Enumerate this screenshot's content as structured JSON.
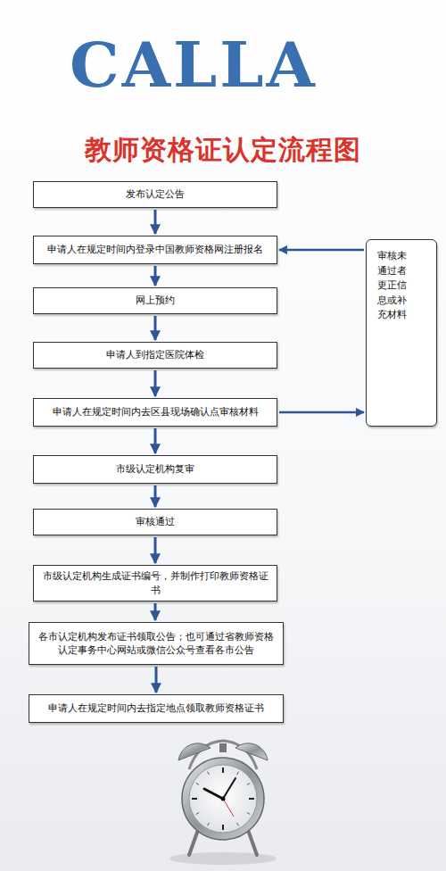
{
  "diagram": {
    "title": "教师资格证认定流程图",
    "nodes": [
      {
        "text": [
          "发布认定公告"
        ]
      },
      {
        "text": [
          "申请人在规定时间内登录中国教师资格网注册报名"
        ]
      },
      {
        "text": [
          "网上预约"
        ]
      },
      {
        "text": [
          "申请人到指定医院体检"
        ]
      },
      {
        "text": [
          "申请人在规定时间内去区县现场确认点审核材料"
        ]
      },
      {
        "text": [
          "市级认定机构复审"
        ]
      },
      {
        "text": [
          "审核通过"
        ]
      },
      {
        "text": [
          "市级认定机构生成证书编号，并制作打印教师资格证书"
        ]
      },
      {
        "text": [
          "各市认定机构发布证书领取公告；也可通过省教师资格认定事务中心网站或微信公众号查看各市公告"
        ]
      },
      {
        "text": [
          "申请人在规定时间内去指定地点领取教师资格证书"
        ]
      },
      {
        "text": [
          "审核未通过者更正信息或补充材料"
        ]
      }
    ],
    "edges": [
      {
        "from": 0,
        "to": 1,
        "arrow": "to"
      },
      {
        "from": 1,
        "to": 2,
        "arrow": "to"
      },
      {
        "from": 2,
        "to": 3,
        "arrow": "to"
      },
      {
        "from": 3,
        "to": 4,
        "arrow": "to"
      },
      {
        "from": 4,
        "to": 5,
        "arrow": "to"
      },
      {
        "from": 5,
        "to": 6,
        "arrow": "to"
      },
      {
        "from": 6,
        "to": 7,
        "arrow": "to"
      },
      {
        "from": 7,
        "to": 8,
        "arrow": "to"
      },
      {
        "from": 8,
        "to": 9,
        "arrow": "to"
      },
      {
        "from": 4,
        "to": 10,
        "arrow": "to"
      },
      {
        "from": 10,
        "to": 1,
        "arrow": "to"
      }
    ],
    "labels": [
      "CALLA"
    ]
  }
}
